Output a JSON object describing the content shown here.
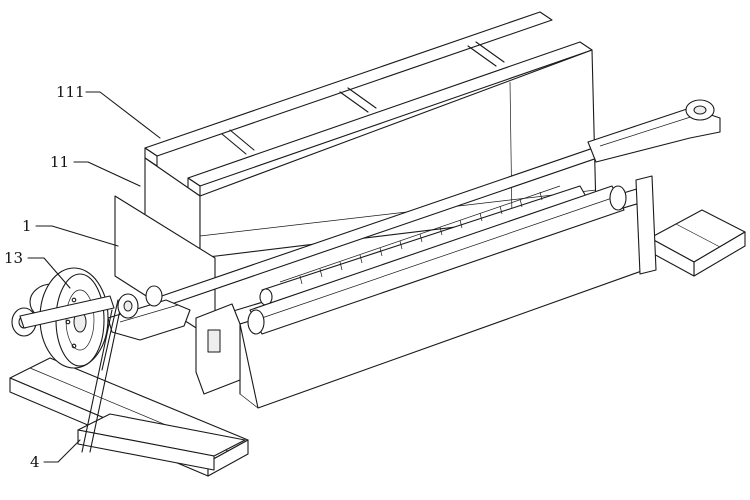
{
  "figure": {
    "labels": {
      "frame_top": "111",
      "hopper": "11",
      "frame": "1",
      "pulley": "13",
      "drive": "4"
    }
  }
}
